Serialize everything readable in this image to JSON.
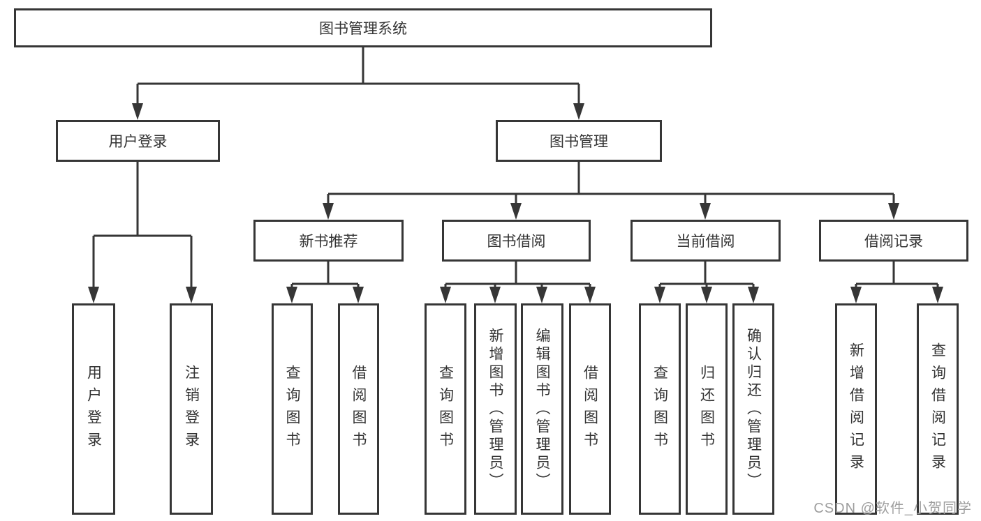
{
  "diagram": {
    "root": {
      "label": "图书管理系统"
    },
    "branches": [
      {
        "label": "用户登录",
        "children": [
          {
            "label": "用户登录"
          },
          {
            "label": "注销登录"
          }
        ]
      },
      {
        "label": "图书管理",
        "children": [
          {
            "label": "新书推荐",
            "children": [
              {
                "label": "查询图书"
              },
              {
                "label": "借阅图书"
              }
            ]
          },
          {
            "label": "图书借阅",
            "children": [
              {
                "label": "查询图书"
              },
              {
                "label": "新增图书（管理员）"
              },
              {
                "label": "编辑图书（管理员）"
              },
              {
                "label": "借阅图书"
              }
            ]
          },
          {
            "label": "当前借阅",
            "children": [
              {
                "label": "查询图书"
              },
              {
                "label": "归还图书"
              },
              {
                "label": "确认归还（管理员）"
              }
            ]
          },
          {
            "label": "借阅记录",
            "children": [
              {
                "label": "新增借阅记录"
              },
              {
                "label": "查询借阅记录"
              }
            ]
          }
        ]
      }
    ]
  },
  "watermark": {
    "text": "CSDN @软件_小贺同学"
  },
  "colors": {
    "line": "#363636",
    "text": "#333333",
    "background": "#ffffff"
  }
}
